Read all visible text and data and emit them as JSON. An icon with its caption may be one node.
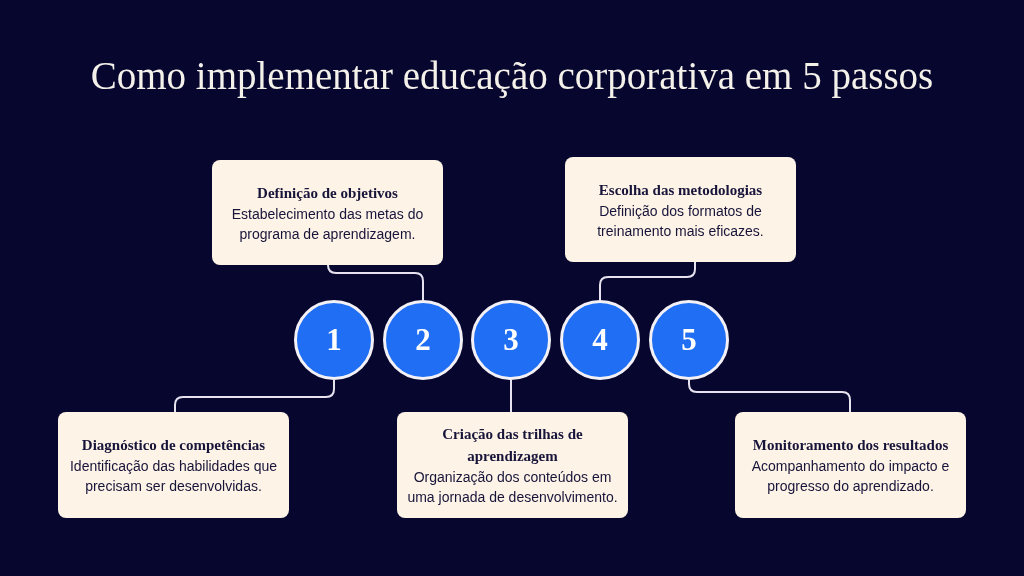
{
  "diagram": {
    "title": "Como implementar educação corporativa em 5 passos",
    "nodes": [
      {
        "text": [
          "Definição de objetivos",
          "Estabelecimento das metas do programa de aprendizagem."
        ]
      },
      {
        "text": [
          "Escolha das metodologias",
          "Definição dos formatos de treinamento mais eficazes."
        ]
      },
      {
        "text": [
          "1"
        ]
      },
      {
        "text": [
          "2"
        ]
      },
      {
        "text": [
          "3"
        ]
      },
      {
        "text": [
          "4"
        ]
      },
      {
        "text": [
          "5"
        ]
      },
      {
        "text": [
          "Diagnóstico de competências",
          "Identificação das habilidades que precisam ser desenvolvidas."
        ]
      },
      {
        "text": [
          "Criação das trilhas de aprendizagem",
          "Organização dos conteúdos em uma jornada de desenvolvimento."
        ]
      },
      {
        "text": [
          "Monitoramento dos resultados",
          "Acompanhamento do impacto e progresso do aprendizado."
        ]
      }
    ],
    "edges": [
      {
        "from": 2,
        "to": 7,
        "arrow": "none"
      },
      {
        "from": 3,
        "to": 0,
        "arrow": "none"
      },
      {
        "from": 4,
        "to": 8,
        "arrow": "none"
      },
      {
        "from": 5,
        "to": 1,
        "arrow": "none"
      },
      {
        "from": 6,
        "to": 9,
        "arrow": "none"
      }
    ]
  }
}
